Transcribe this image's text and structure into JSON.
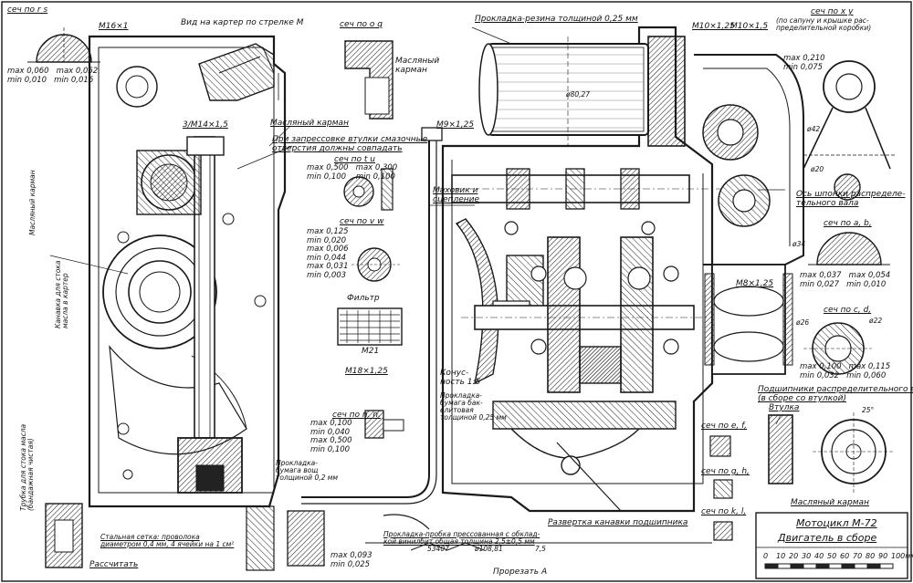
{
  "sections": {
    "rs": "сеч по r s",
    "view_m": "Вид на картер по стрелке М",
    "oq": "сеч по о q",
    "tu": "сеч по t u",
    "vw": "сеч по v w",
    "nn": "сеч по n. n.",
    "xy": "сеч по x y",
    "xy_note": "(по сапуну и крышке рас-\nпределительной коробки)",
    "ab": "сеч по a, b,",
    "cd": "сеч по c, d,",
    "ef": "сеч по e, f,",
    "gh": "сеч по g, h,",
    "kl": "сеч по k, l,"
  },
  "labels": {
    "maslyany_karman_top": "Масляный\nкарман",
    "maslyany_karman_mid": "Масляный карман",
    "maslyany_karman_bottom": "Масляный карман",
    "maslyany_karman_left": "Масляный карман",
    "gasket_rubber": "Прокладка-резина толщиной 0,25 мм",
    "assembly_note": "При запрессовке втулки смазочные\nотверстия должны совпадать",
    "flywheel": "Маховик и\nсцепление",
    "filter": "Фильтр",
    "konusnost": "Конус-\nность 1:5",
    "gasket_bakelite": "Прокладка-\nбумага бак-\nелитовая\nтолщиной 0,25 мм",
    "gasket_paper": "Прокладка-\nбумага вощ\nтолщиной 0,2 мм",
    "shaft_axis": "Ось шпонки распределе-\nтельного вала",
    "bearings": "Подшипники распределительного вала\n(в сборе со втулкой)",
    "bushing": "Втулка",
    "razvertka": "Развертка канавки подшипника",
    "gasket_cork": "Прокладка-пробка прессованная с обклад-\nкой винилбит общая толщина 2,5±0,5 мм",
    "steel_mesh": "Стальная сетка: проволока\nдиаметром 0,4 мм, 4 ячейки на 1 см²",
    "rasschitat": "Рассчитать",
    "prorezat": "Прорезать А",
    "tube_left": "Трубка для стока масла\n(бандажная чистая)",
    "kanavka_left": "Канавка для стока\nмасла в картер",
    "maslyany_vert": "Масляный карман"
  },
  "threads": {
    "m16": "М16×1",
    "m14": "3/М14×1,5",
    "m9": "М9×1,25",
    "m10a": "М10×1,25",
    "m10b": "М10×1,5",
    "m18": "М18×1,25",
    "m8": "М8×1,25",
    "m21": "М21"
  },
  "tolerances": {
    "rs": "max 0,060   max 0,052\nmin 0,010   min 0,016",
    "xy": "max 0,210\nmin 0,075",
    "tu": "max 0,500   max 0,300\nmin 0,100    min 0,100",
    "vw": "max 0,125\nmin 0,020\nmax 0,006\nmin 0,044\nmax 0,031\nmin 0,003",
    "nn": "max 0,100\nmin 0,040\nmax 0,500\nmin 0,100",
    "ab": "max 0,037   max 0,054\nmin 0,027   min 0,010",
    "cd": "max 0,100   max 0,115\nmin 0,032   min 0,060",
    "bottom": "max 0,093\nmin 0,025"
  },
  "dims": {
    "d1": "ø80,27",
    "d2": "ø42",
    "d3": "ø34",
    "d4": "ø22",
    "d5": "ø26",
    "d6": "ø20",
    "len": "53407",
    "len2": "ø108,81",
    "len3": "7,5",
    "angle": "25°"
  },
  "title_block": {
    "model": "Мотоцикл М-72",
    "subtitle": "Двигатель в сборе",
    "scale_ticks": [
      "0",
      "10",
      "20",
      "30",
      "40",
      "50",
      "60",
      "70",
      "80",
      "90",
      "100мм"
    ]
  }
}
